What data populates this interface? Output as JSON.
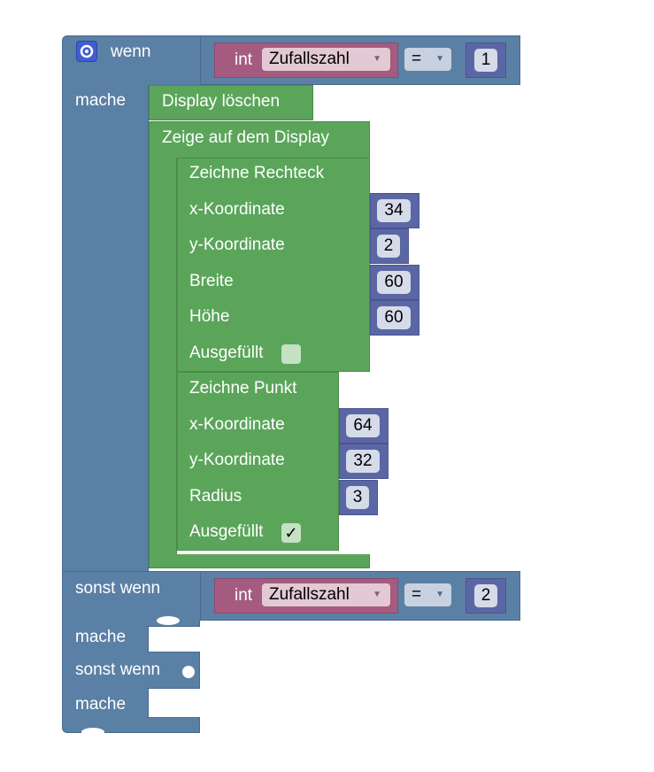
{
  "if_block": {
    "if_label": "wenn",
    "do_label": "mache",
    "elseif_label": "sonst wenn"
  },
  "conditions": [
    {
      "type_label": "int",
      "variable": "Zufallszahl",
      "operator": "=",
      "value": "1"
    },
    {
      "type_label": "int",
      "variable": "Zufallszahl",
      "operator": "=",
      "value": "2"
    }
  ],
  "statements": {
    "clear_display": "Display löschen",
    "show_on_display": "Zeige auf dem Display",
    "rect": {
      "title": "Zeichne Rechteck",
      "x_label": "x-Koordinate",
      "x_value": "34",
      "y_label": "y-Koordinate",
      "y_value": "2",
      "width_label": "Breite",
      "width_value": "60",
      "height_label": "Höhe",
      "height_value": "60",
      "filled_label": "Ausgefüllt",
      "filled": false
    },
    "point": {
      "title": "Zeichne Punkt",
      "x_label": "x-Koordinate",
      "x_value": "64",
      "y_label": "y-Koordinate",
      "y_value": "32",
      "radius_label": "Radius",
      "radius_value": "3",
      "filled_label": "Ausgefüllt",
      "filled": true,
      "check_mark": "✓"
    }
  },
  "colors": {
    "logic": "#5b80a5",
    "display": "#5ba55b",
    "variable": "#a55b80",
    "math": "#5b67a5"
  }
}
